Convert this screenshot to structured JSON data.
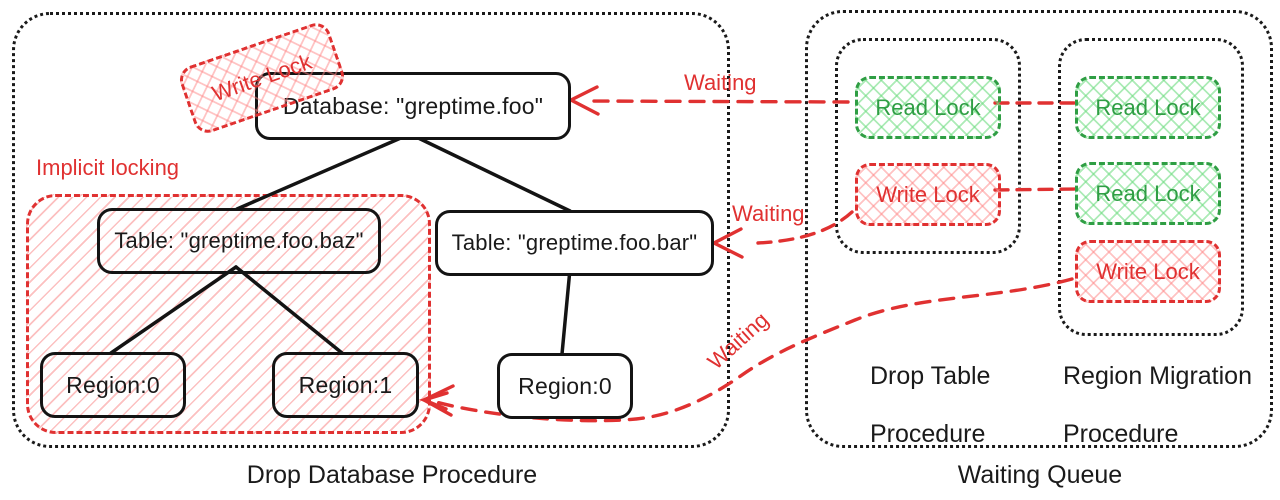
{
  "colors": {
    "red": "#e03131",
    "green": "#2f9e44",
    "ink": "#1a1a1a"
  },
  "left_panel": {
    "caption": "Drop Database Procedure",
    "implicit_locking_label": "Implicit locking",
    "write_lock_label": "Write Lock",
    "database_node": "Database: \"greptime.foo\"",
    "table_baz_node": "Table: \"greptime.foo.baz\"",
    "table_bar_node": "Table: \"greptime.foo.bar\"",
    "region0_baz_node": "Region:0",
    "region1_baz_node": "Region:1",
    "region0_bar_node": "Region:0"
  },
  "right_panel": {
    "caption": "Waiting Queue",
    "drop_table": {
      "title_line1": "Drop Table",
      "title_line2": "Procedure",
      "locks": [
        {
          "label": "Read Lock",
          "type": "read"
        },
        {
          "label": "Write Lock",
          "type": "write"
        }
      ]
    },
    "region_migration": {
      "title_line1": "Region Migration",
      "title_line2": "Procedure",
      "locks": [
        {
          "label": "Read Lock",
          "type": "read"
        },
        {
          "label": "Read Lock",
          "type": "read"
        },
        {
          "label": "Write Lock",
          "type": "write"
        }
      ]
    }
  },
  "arrows": {
    "waiting_to_database": "Waiting",
    "waiting_to_table": "Waiting",
    "waiting_to_region": "Waiting"
  }
}
